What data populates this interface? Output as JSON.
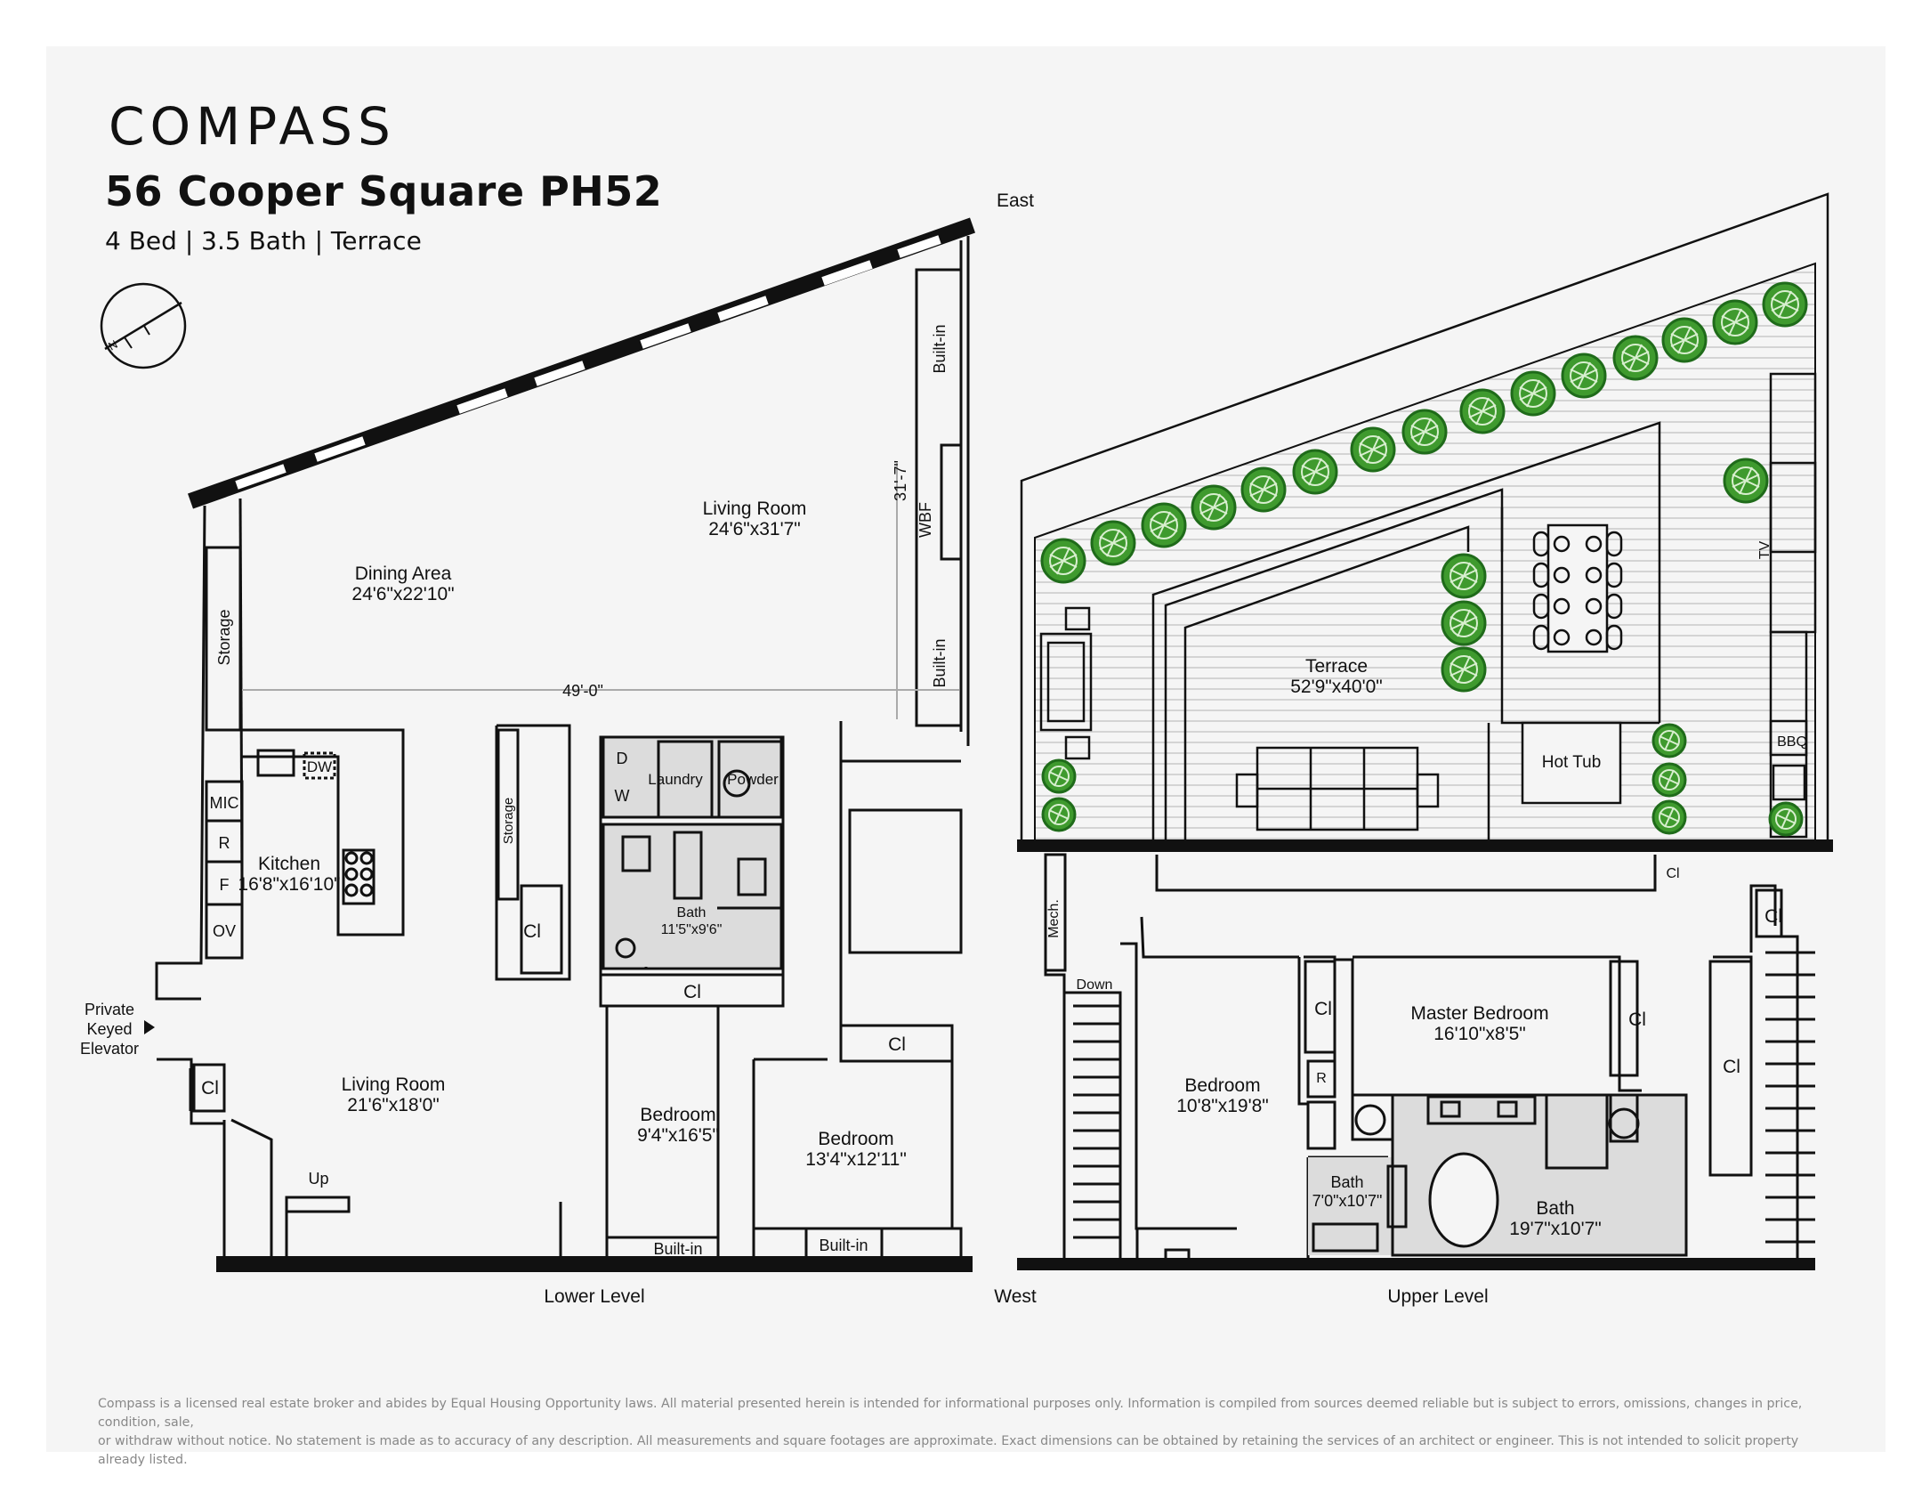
{
  "brand": "COMPASS",
  "listing": {
    "title": "56 Cooper Square PH52",
    "subtitle": "4 Bed | 3.5 Bath | Terrace"
  },
  "orientation": {
    "east": "East",
    "west": "West"
  },
  "lower_level": {
    "label": "Lower Level",
    "rooms": {
      "living_main": {
        "name": "Living Room",
        "dims": "24'6\"x31'7\""
      },
      "dining": {
        "name": "Dining Area",
        "dims": "24'6\"x22'10\""
      },
      "kitchen": {
        "name": "Kitchen",
        "dims": "16'8\"x16'10\""
      },
      "living_2": {
        "name": "Living Room",
        "dims": "21'6\"x18'0\""
      },
      "bedroom_1": {
        "name": "Bedroom",
        "dims": "9'4\"x16'5\""
      },
      "bedroom_2": {
        "name": "Bedroom",
        "dims": "13'4\"x12'11\""
      },
      "bath": {
        "name": "Bath",
        "dims": "11'5\"x9'6\""
      }
    },
    "labels": {
      "storage_a": "Storage",
      "storage_b": "Storage",
      "builtin_a": "Built-in",
      "builtin_b": "Built-in",
      "builtin_c": "Built-in",
      "builtin_d": "Built-in",
      "wbf": "WBF",
      "mic": "MIC",
      "r": "R",
      "f": "F",
      "ov": "OV",
      "dw": "DW",
      "d": "D",
      "w": "W",
      "laundry": "Laundry",
      "powder": "Powder",
      "cl_1": "Cl",
      "cl_2": "Cl",
      "cl_3": "Cl",
      "cl_4": "Cl",
      "up": "Up",
      "elevator_1": "Private",
      "elevator_2": "Keyed",
      "elevator_3": "Elevator",
      "dim_width": "49'-0\"",
      "dim_depth": "31'-7\""
    }
  },
  "upper_level": {
    "label": "Upper Level",
    "rooms": {
      "terrace": {
        "name": "Terrace",
        "dims": "52'9\"x40'0\""
      },
      "master_bedroom": {
        "name": "Master Bedroom",
        "dims": "16'10\"x8'5\""
      },
      "bedroom": {
        "name": "Bedroom",
        "dims": "10'8\"x19'8\""
      },
      "bath_small": {
        "name": "Bath",
        "dims": "7'0\"x10'7\""
      },
      "bath_master": {
        "name": "Bath",
        "dims": "19'7\"x10'7\""
      }
    },
    "labels": {
      "hot_tub": "Hot Tub",
      "bbq": "BBQ",
      "tv": "TV",
      "mech": "Mech.",
      "down": "Down",
      "r": "R",
      "cl_1": "Cl",
      "cl_2": "Cl",
      "cl_3": "Cl",
      "cl_4": "Cl",
      "cl_5": "Cl"
    }
  },
  "disclaimer": [
    "Compass is a licensed real estate broker and abides by Equal Housing Opportunity laws. All material presented herein is intended for informational purposes only. Information is compiled from sources deemed reliable but is subject to errors, omissions, changes in price, condition, sale,",
    "or withdraw without notice. No statement is made as to accuracy of any description. All measurements and square footages are approximate. Exact dimensions can be obtained by retaining the services of an architect or engineer. This is not intended to solicit property already listed."
  ],
  "colors": {
    "sheet": "#f5f5f5",
    "wall": "#111111",
    "wet_area": "#dcdcdc",
    "tree_fill": "#3f9a2e",
    "tree_stroke": "#1f6b1a",
    "deck_lines": "#c8c8c8",
    "dimension": "#aaaaaa"
  }
}
